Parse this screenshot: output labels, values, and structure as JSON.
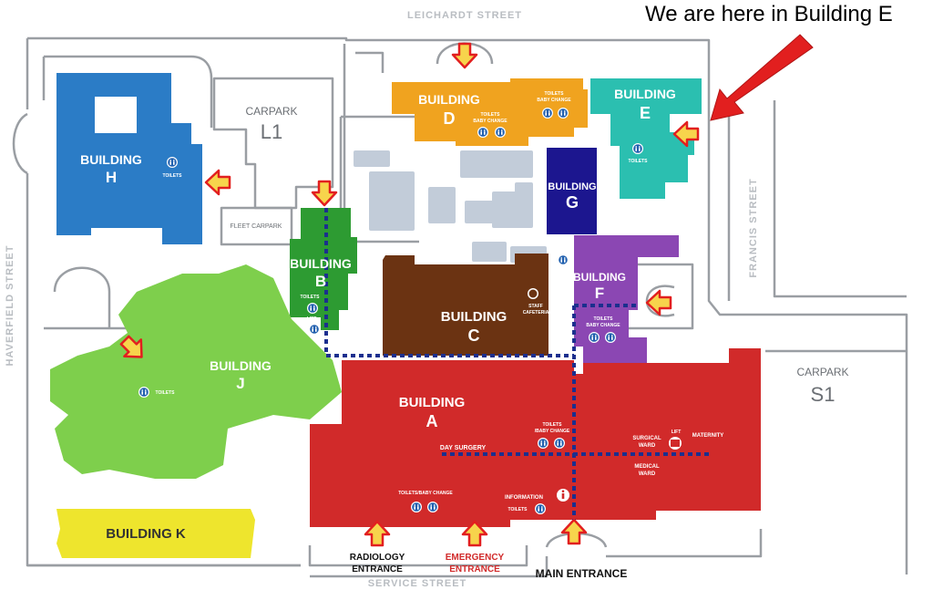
{
  "annotation": {
    "text": "We are here in Building E"
  },
  "streets": {
    "top": "LEICHARDT STREET",
    "left": "HAVERFIELD STREET",
    "right": "FRANCIS STREET",
    "bottom": "SERVICE STREET"
  },
  "carparks": {
    "l1_word": "CARPARK",
    "l1_code": "L1",
    "fleet": "FLEET CARPARK",
    "s1_word": "CARPARK",
    "s1_code": "S1"
  },
  "buildings": {
    "a": {
      "line1": "BUILDING",
      "line2": "A",
      "color": "#d12a2a"
    },
    "b": {
      "line1": "BUILDING",
      "line2": "B",
      "color": "#2d9b32"
    },
    "c": {
      "line1": "BUILDING",
      "line2": "C",
      "color": "#6b3312"
    },
    "d": {
      "line1": "BUILDING",
      "line2": "D",
      "color": "#f0a31f"
    },
    "e": {
      "line1": "BUILDING",
      "line2": "E",
      "color": "#2bbfb0"
    },
    "f": {
      "line1": "BUILDING",
      "line2": "F",
      "color": "#8b47b3"
    },
    "g": {
      "line1": "BUILDING",
      "line2": "G",
      "color": "#1c168f"
    },
    "h": {
      "line1": "BUILDING",
      "line2": "H",
      "color": "#2b7cc6"
    },
    "j": {
      "line1": "BUILDING",
      "line2": "J",
      "color": "#7ecf4c"
    },
    "k": {
      "line1": "BUILDING K",
      "color": "#eee52d"
    }
  },
  "facilities": {
    "toilets": "TOILETS",
    "toilets_baby_1": "TOILETS",
    "toilets_baby_2": "BABY CHANGE",
    "toilets_baby_slash": "TOILETS/BABY CHANGE",
    "toilets_a_1": "TOILETS",
    "toilets_a_2": "/BABY CHANGE",
    "lift": "LIFT",
    "staff_1": "STAFF",
    "staff_2": "CAFETERIA",
    "day_surgery": "DAY SURGERY",
    "surgical_1": "SURGICAL",
    "surgical_2": "WARD",
    "maternity": "MATERNITY",
    "medical_1": "MEDICAL",
    "medical_2": "WARD",
    "information": "INFORMATION"
  },
  "entrances": {
    "radiology_1": "RADIOLOGY",
    "radiology_2": "ENTRANCE",
    "emergency_1": "EMERGENCY",
    "emergency_2": "ENTRANCE",
    "main": "MAIN ENTRANCE"
  },
  "colors": {
    "road": "#9a9ea3",
    "grey_block": "#c2ccd9",
    "arrow_fill": "#f7d44c",
    "arrow_stroke": "#e21f1f",
    "path_dots": "#1b2f8e",
    "emergency_text": "#d12a2a"
  }
}
